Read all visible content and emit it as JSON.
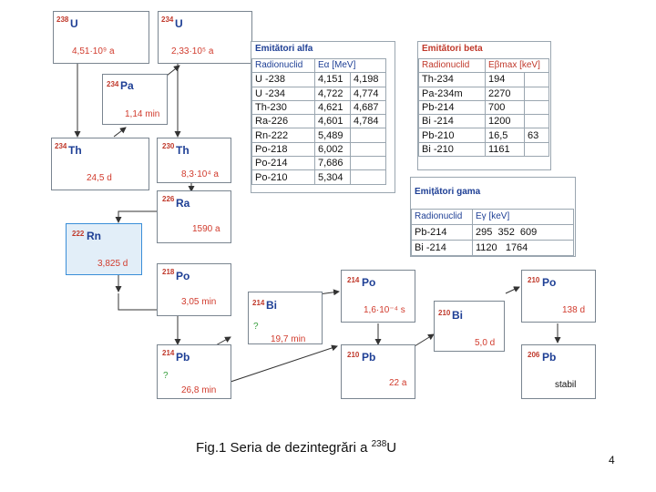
{
  "nuclides": [
    {
      "id": "u238",
      "mass": "238",
      "symbol": "U",
      "halflife": "4,51·10⁹ a"
    },
    {
      "id": "u234",
      "mass": "234",
      "symbol": "U",
      "halflife": "2,33·10⁵ a"
    },
    {
      "id": "pa234",
      "mass": "234",
      "symbol": "Pa",
      "halflife": "1,14 min"
    },
    {
      "id": "th234",
      "mass": "234",
      "symbol": "Th",
      "halflife": "24,5 d"
    },
    {
      "id": "th230",
      "mass": "230",
      "symbol": "Th",
      "halflife": "8,3·10⁴ a"
    },
    {
      "id": "ra226",
      "mass": "226",
      "symbol": "Ra",
      "halflife": "1590 a"
    },
    {
      "id": "rn222",
      "mass": "222",
      "symbol": "Rn",
      "halflife": "3,825 d"
    },
    {
      "id": "po218",
      "mass": "218",
      "symbol": "Po",
      "halflife": "3,05 min"
    },
    {
      "id": "bi214",
      "mass": "214",
      "symbol": "Bi",
      "halflife": "19,7 min",
      "note": "?"
    },
    {
      "id": "pb214",
      "mass": "214",
      "symbol": "Pb",
      "halflife": "26,8 min",
      "note": "?"
    },
    {
      "id": "po214",
      "mass": "214",
      "symbol": "Po",
      "halflife": "1,6·10⁻⁴ s"
    },
    {
      "id": "pb210",
      "mass": "210",
      "symbol": "Pb",
      "halflife": "22 a"
    },
    {
      "id": "bi210",
      "mass": "210",
      "symbol": "Bi",
      "halflife": "5,0 d"
    },
    {
      "id": "po210",
      "mass": "210",
      "symbol": "Po",
      "halflife": "138 d"
    },
    {
      "id": "pb206",
      "mass": "206",
      "symbol": "Pb",
      "halflife": "stabil"
    }
  ],
  "alpha_table": {
    "title": "Emitători alfa",
    "header": [
      "Radionuclid",
      "Eα [MeV]"
    ],
    "rows": [
      [
        "U -238",
        "4,151",
        "4,198"
      ],
      [
        "U -234",
        "4,722",
        "4,774"
      ],
      [
        "Th-230",
        "4,621",
        "4,687"
      ],
      [
        "Ra-226",
        "4,601",
        "4,784"
      ],
      [
        "Rn-222",
        "5,489",
        ""
      ],
      [
        "Po-218",
        "6,002",
        ""
      ],
      [
        "Po-214",
        "7,686",
        ""
      ],
      [
        "Po-210",
        "5,304",
        ""
      ]
    ]
  },
  "beta_table": {
    "title": "Emitători beta",
    "header": [
      "Radionuclid",
      "Eβmax [keV]"
    ],
    "rows": [
      [
        "Th-234",
        "194",
        ""
      ],
      [
        "Pa-234m",
        "2270",
        ""
      ],
      [
        "Pb-214",
        "700",
        ""
      ],
      [
        "Bi -214",
        "1200",
        ""
      ],
      [
        "Pb-210",
        "16,5",
        "63"
      ],
      [
        "Bi -210",
        "1161",
        ""
      ]
    ]
  },
  "gamma_table": {
    "title": "Emițători gama",
    "header": [
      "Radionuclid",
      "Eγ [keV]"
    ],
    "rows": [
      [
        "Pb-214",
        "295  352  609"
      ],
      [
        "Bi -214",
        "1120   1764"
      ]
    ]
  },
  "caption": {
    "text": "Fig.1 Seria de dezintegrări a ",
    "sup": "238",
    "tail": "U"
  },
  "page_number": "4"
}
